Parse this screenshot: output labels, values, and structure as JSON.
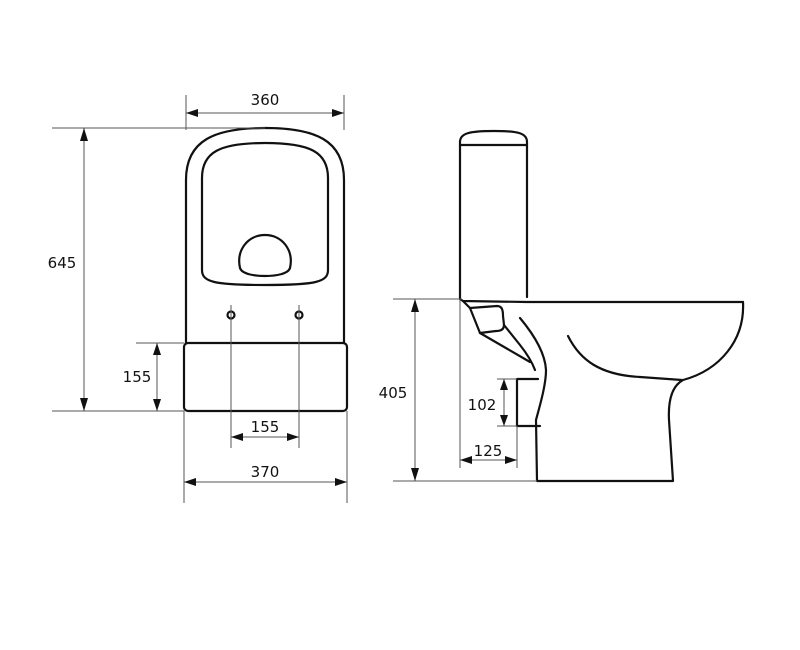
{
  "drawing": {
    "type": "technical dimension drawing",
    "subject": "close-coupled toilet",
    "units": "mm",
    "colors": {
      "line": "#111111",
      "dimension_line": "#555555",
      "background": "#ffffff"
    },
    "front_view": {
      "dimensions": {
        "top_width": "360",
        "total_height": "645",
        "base_height": "155",
        "bolt_spacing": "155",
        "base_width": "370"
      }
    },
    "side_view": {
      "dimensions": {
        "bowl_height": "405",
        "outlet_height": "102",
        "outlet_distance": "125"
      }
    }
  }
}
